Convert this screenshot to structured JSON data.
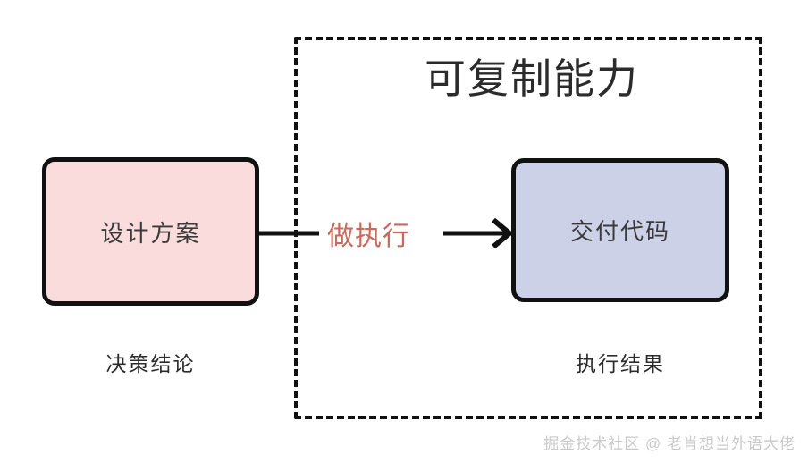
{
  "diagram": {
    "group": {
      "title": "可复制能力",
      "border_style": "dashed",
      "border_color": "#111111"
    },
    "nodes": [
      {
        "id": "design",
        "label": "设计方案",
        "caption": "决策结论",
        "fill_color": "#fbdcdc",
        "border_color": "#111111"
      },
      {
        "id": "code",
        "label": "交付代码",
        "caption": "执行结果",
        "fill_color": "#ccd1e8",
        "border_color": "#111111"
      }
    ],
    "edge": {
      "label": "做执行",
      "label_color": "#c9695d",
      "line_color": "#111111",
      "arrow_direction": "right"
    },
    "watermark": "掘金技术社区 @ 老肖想当外语大佬"
  }
}
